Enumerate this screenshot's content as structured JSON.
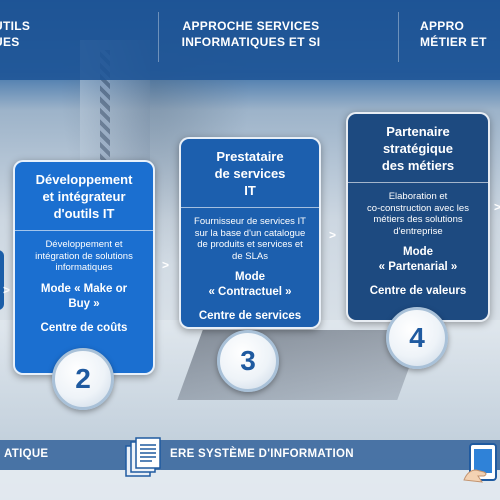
{
  "header": {
    "col1": "UTILS\nUES",
    "col2": "APPROCHE SERVICES\nINFORMATIQUES ET SI",
    "col3": "APPRO\nMÉTIER ET"
  },
  "cards": [
    {
      "title": "Développement\net intégrateur\nd'outils IT",
      "desc": "Développement et\nintégration de solutions\ninformatiques",
      "mode": "Mode « Make or\nBuy »",
      "center": "Centre de coûts",
      "number": "2"
    },
    {
      "title": "Prestataire\nde services\nIT",
      "desc": "Fournisseur de services IT\nsur la base d'un catalogue\nde produits et services et\nde SLAs",
      "mode": "Mode\n« Contractuel »",
      "center": "Centre de services",
      "number": "3"
    },
    {
      "title": "Partenaire\nstratégique\ndes métiers",
      "desc": "Elaboration et\nco-construction avec les\nmétiers des solutions\nd'entreprise",
      "mode": "Mode\n« Partenarial »",
      "center": "Centre de valeurs",
      "number": "4"
    }
  ],
  "arrows": [
    ">",
    ">",
    ">",
    ">"
  ],
  "bottom": {
    "left_label": "ATIQUE",
    "center_label": "ERE SYSTÈME D'INFORMATION"
  },
  "icons": {
    "documents": "documents-stack-icon",
    "tablet": "tablet-hand-icon"
  }
}
